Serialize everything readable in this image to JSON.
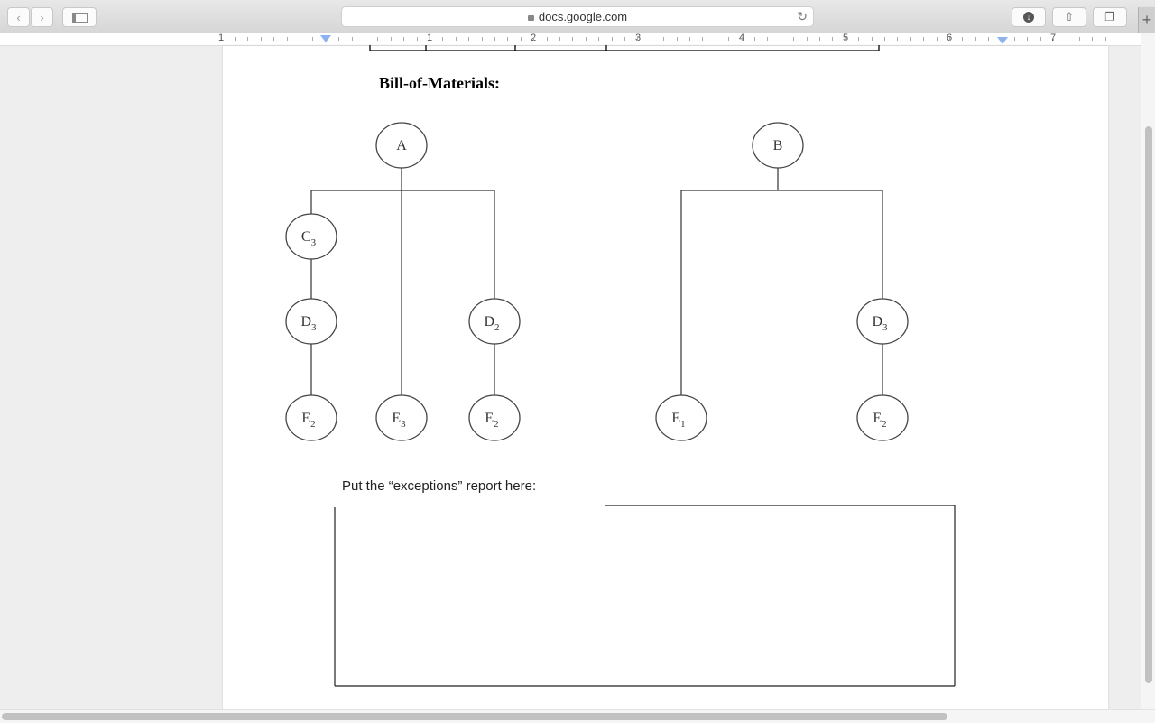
{
  "browser": {
    "url": "docs.google.com",
    "icons": {
      "back": "chevron-left-icon",
      "forward": "chevron-right-icon",
      "sidebar": "sidebar-icon",
      "lock": "lock-icon",
      "reload": "reload-icon",
      "download": "download-icon",
      "share": "share-icon",
      "tabs": "tabs-icon",
      "new_tab": "plus-icon"
    }
  },
  "ruler": {
    "labels": [
      "1",
      "1",
      "2",
      "3",
      "4",
      "5",
      "6",
      "7"
    ]
  },
  "document": {
    "heading": "Bill-of-Materials:",
    "exceptions_prompt": "Put the “exceptions” report here:",
    "bom": {
      "trees": [
        {
          "root": "A",
          "children": [
            {
              "label": "C",
              "sub": "3",
              "children": [
                {
                  "label": "D",
                  "sub": "3",
                  "children": [
                    {
                      "label": "E",
                      "sub": "2"
                    }
                  ]
                }
              ]
            },
            {
              "label": "E",
              "sub": "3"
            },
            {
              "label": "D",
              "sub": "2",
              "children": [
                {
                  "label": "E",
                  "sub": "2"
                }
              ]
            }
          ]
        },
        {
          "root": "B",
          "children": [
            {
              "label": "E",
              "sub": "1"
            },
            {
              "label": "D",
              "sub": "3",
              "children": [
                {
                  "label": "E",
                  "sub": "2"
                }
              ]
            }
          ]
        }
      ]
    }
  }
}
